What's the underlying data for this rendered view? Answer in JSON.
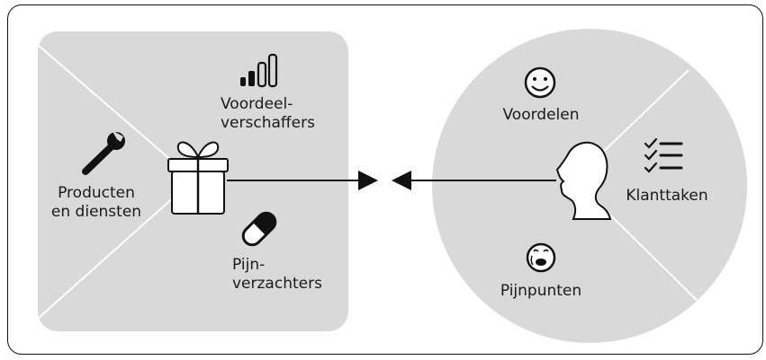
{
  "value_map": {
    "gain_creators_label": "Voordeel-\nverschaffers",
    "products_label": "Producten\nen diensten",
    "pain_relievers_label": "Pijn-\nverzachters"
  },
  "customer_profile": {
    "gains_label": "Voordelen",
    "jobs_label": "Klanttaken",
    "pains_label": "Pijnpunten"
  },
  "colors": {
    "panel": "#d9d9d9",
    "divider": "#ffffff",
    "line": "#111111"
  }
}
